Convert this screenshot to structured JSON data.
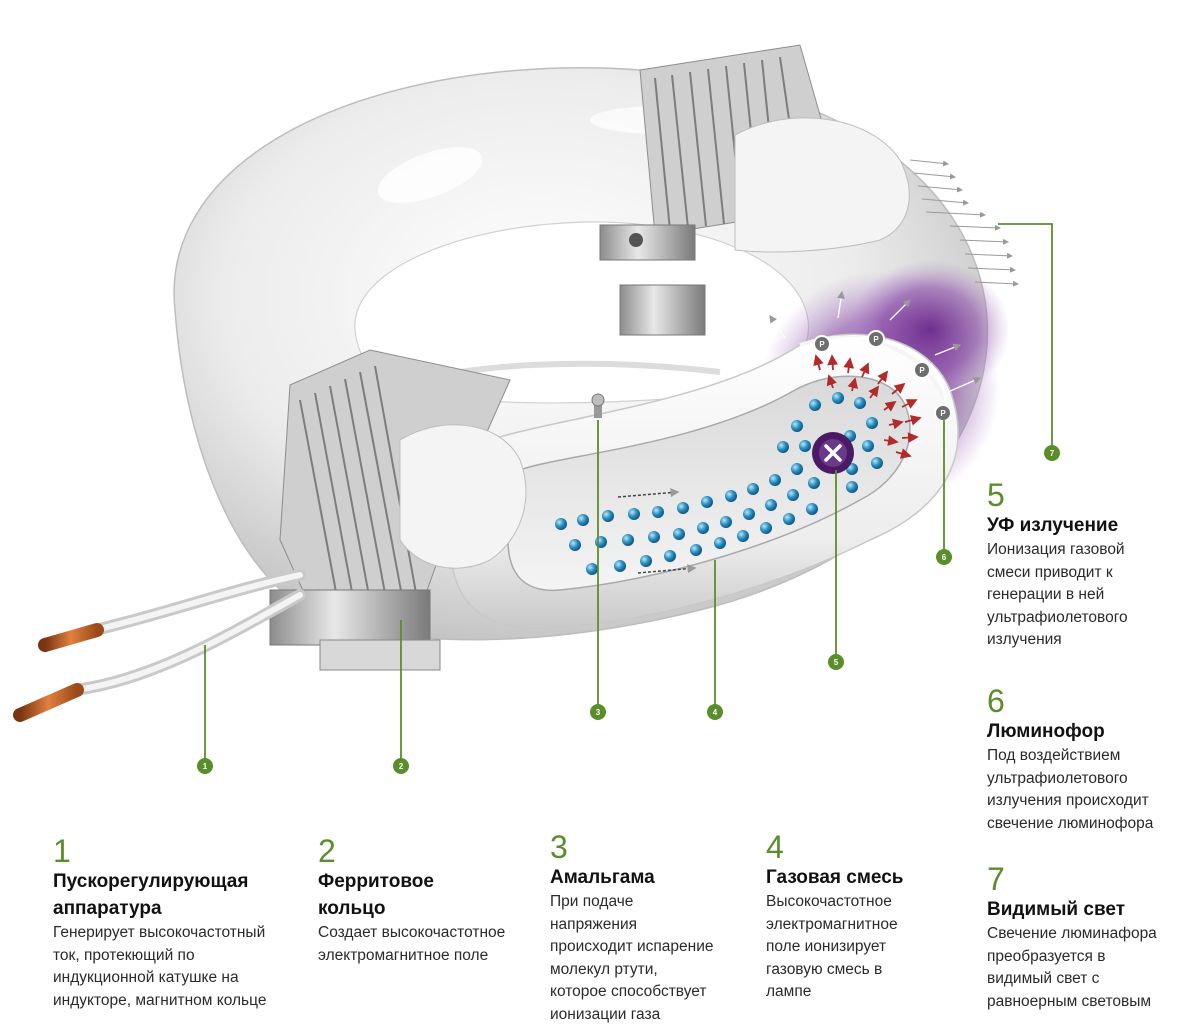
{
  "accent_color": "#5a8e2c",
  "markers": [
    {
      "id": 1,
      "label": "1"
    },
    {
      "id": 2,
      "label": "2"
    },
    {
      "id": 3,
      "label": "3"
    },
    {
      "id": 4,
      "label": "4"
    },
    {
      "id": 5,
      "label": "5"
    },
    {
      "id": 6,
      "label": "6"
    },
    {
      "id": 7,
      "label": "7"
    }
  ],
  "phosphor_symbol": "P",
  "descriptions": {
    "d1": {
      "num": "1",
      "title": "Пускорегулирующая\nаппаратура",
      "text": "Генерирует высокочастотный\nток, протекющий по\nиндукционной катушке на\nиндукторе, магнитном кольце"
    },
    "d2": {
      "num": "2",
      "title": "Ферритовое\nкольцо",
      "text": "Создает высокочастотное\nэлектромагнитное поле"
    },
    "d3": {
      "num": "3",
      "title": "Амальгама",
      "text": "При подаче\nнапряжения\nпроисходит испарение\nмолекул ртути,\nкоторое способствует\nионизации газа"
    },
    "d4": {
      "num": "4",
      "title": "Газовая смесь",
      "text": "Высокочастотное\nэлектромагнитное\nполе ионизирует\nгазовую смесь в\nлампе"
    },
    "d5": {
      "num": "5",
      "title": "УФ излучение",
      "text": "Ионизация газовой\nсмеси приводит к\nгенерации в ней\nультрафиолетового\nизлучения"
    },
    "d6": {
      "num": "6",
      "title": "Люминофор",
      "text": "Под воздействием\nультрафиолетового\nизлучения происходит\nсвечение люминофора"
    },
    "d7": {
      "num": "7",
      "title": "Видимый свет",
      "text": "Свечение люминафора\nпреобразуется в\nвидимый свет с\nравноерным световым"
    }
  }
}
